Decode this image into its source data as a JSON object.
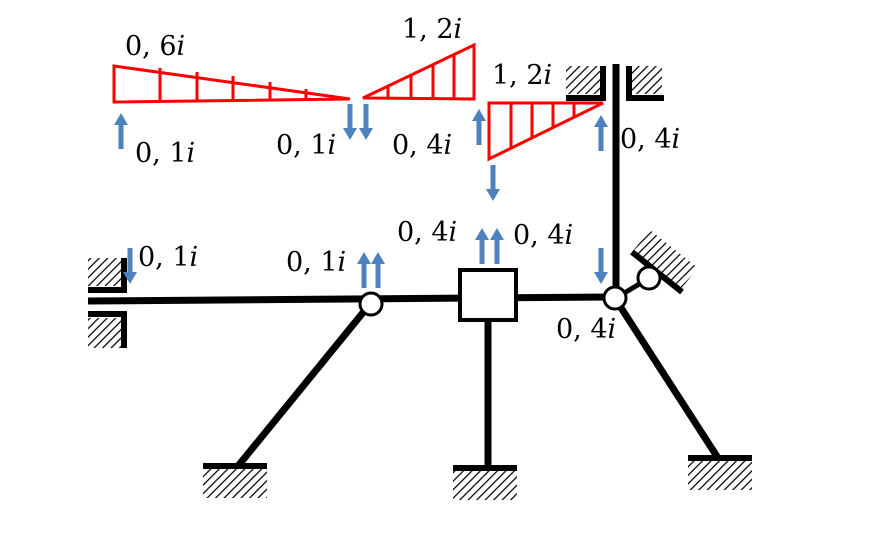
{
  "colors": {
    "structure": "#000000",
    "moment_diagram": "#ff0000",
    "reaction_arrows": "#4f81bd",
    "support_hatch": "#000000",
    "background": "#ffffff"
  },
  "moment_labels": {
    "left_beam_end": "0, 6",
    "middle_beam_end": "1, 2",
    "right_beam_end": "1, 2",
    "unit": "i"
  },
  "reaction_labels": {
    "left_beam_left": "0, 1",
    "left_beam_right": "0, 1",
    "middle_beam_left": "0, 4",
    "right_beam_right": "0, 4",
    "left_support": "0, 1",
    "hinge_node": "0, 1",
    "rigid_node_left": "0, 4",
    "rigid_node_right": "0, 4",
    "right_hinge": "0, 4",
    "unit": "i"
  },
  "icons": {
    "arrow": "up-down-arrow",
    "support": "hatched-fixed-support",
    "hinge": "circle-hinge",
    "rigid_node": "square-node"
  }
}
